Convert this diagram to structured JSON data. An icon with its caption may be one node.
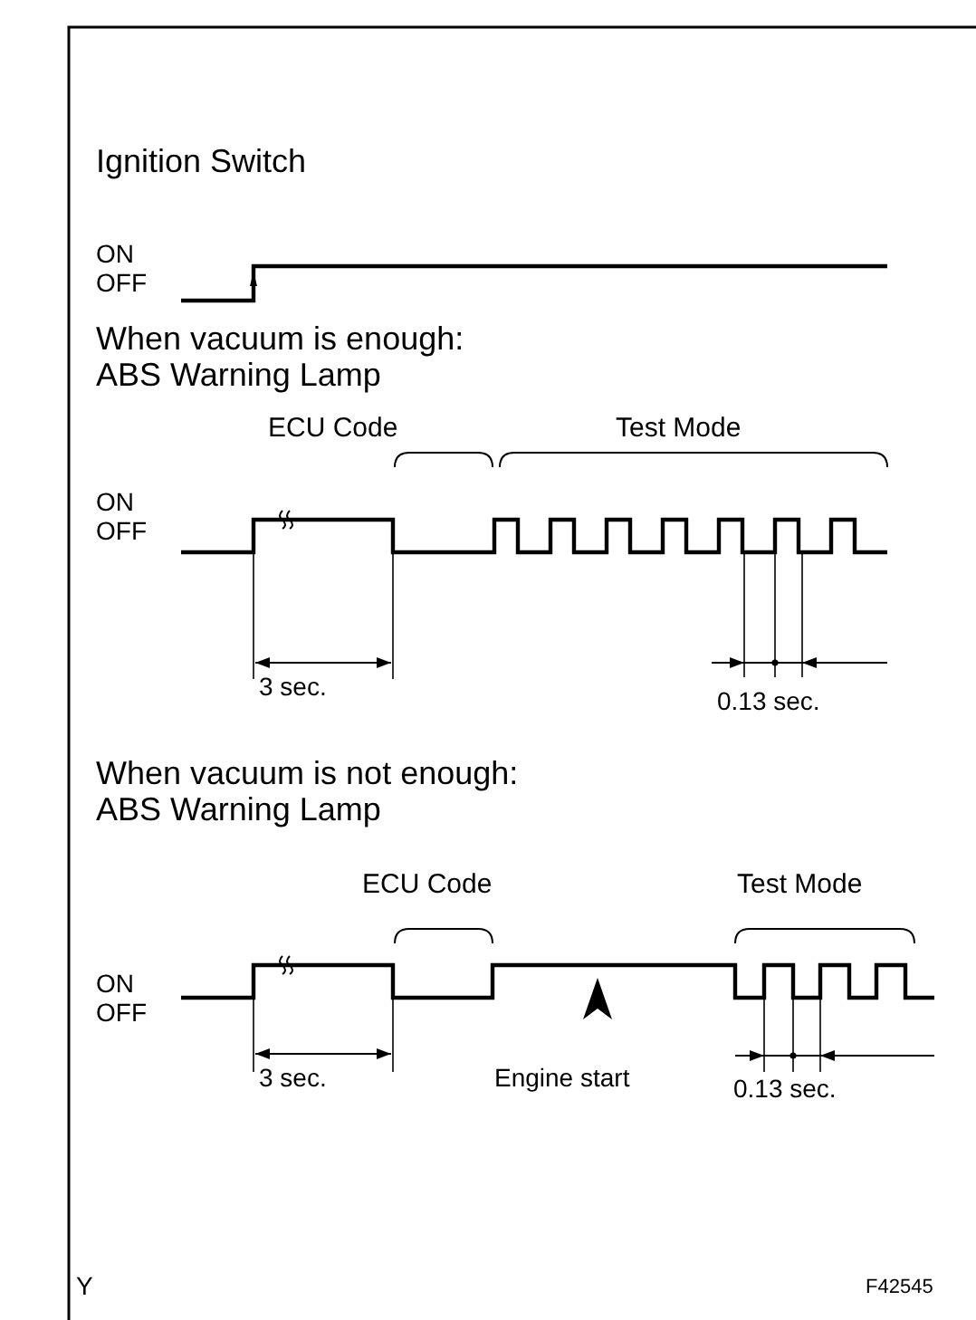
{
  "diagram": {
    "labels": [
      "Ignition Switch",
      "ON",
      "OFF",
      "When vacuum is enough:",
      "ABS Warning Lamp",
      "ECU Code",
      "Test Mode",
      "ON",
      "OFF",
      "3 sec.",
      "0.13 sec.",
      "When vacuum is not enough:",
      "ABS Warning Lamp",
      "ECU Code",
      "Test Mode",
      "ON",
      "OFF",
      "3 sec.",
      "Engine start",
      "0.13 sec.",
      "Y",
      "F42545"
    ]
  }
}
